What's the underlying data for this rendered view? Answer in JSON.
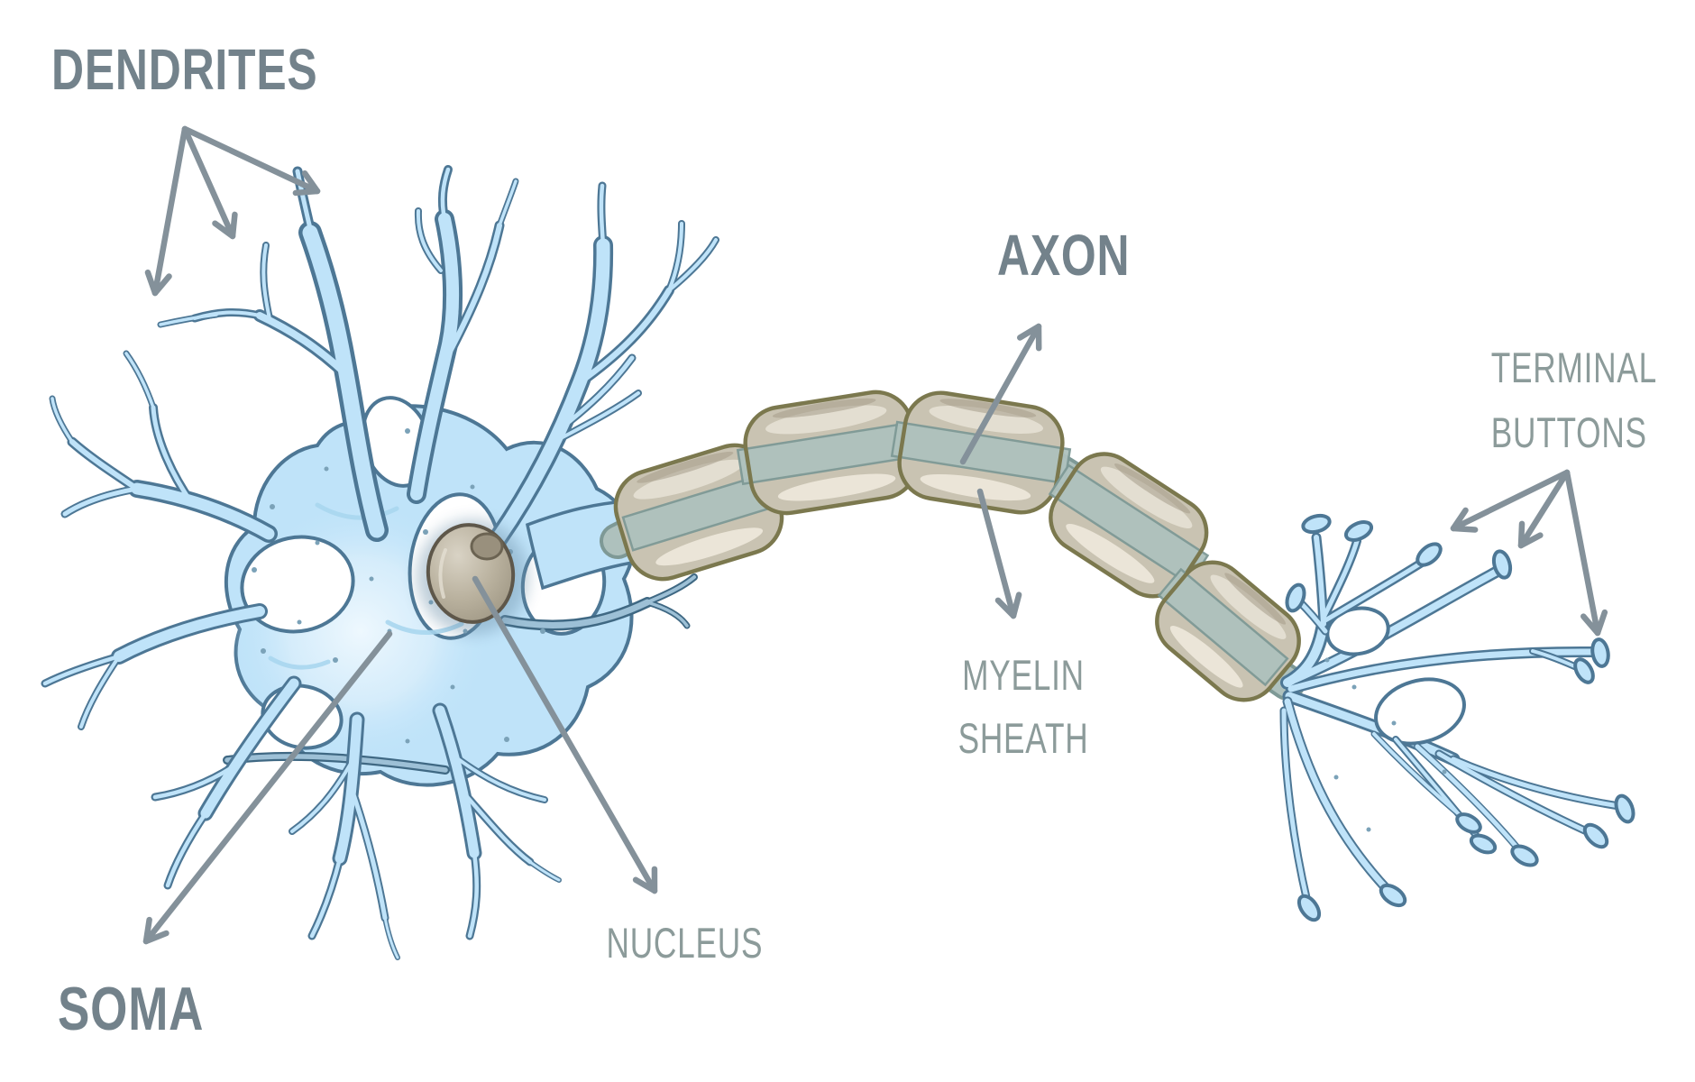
{
  "diagram": {
    "title": "Neuron anatomy diagram",
    "labels": {
      "dendrites": "DENDRITES",
      "soma": "SOMA",
      "axon": "AXON",
      "nucleus": "NUCLEUS",
      "myelin_line1": "MYELIN",
      "myelin_line2": "SHEATH",
      "terminal_line1": "TERMINAL",
      "terminal_line2": "BUTTONS"
    },
    "colors": {
      "background": "#ffffff",
      "label_bold": "#73828b",
      "label_light": "#8c9b9a",
      "arrow": "#84919a",
      "cell_fill": "#bfe3f9",
      "cell_outline": "#4d7795",
      "cell_shadow_branch": "#9dc0d6",
      "myelin_fill": "#c9c3b2",
      "myelin_outline": "#7b784e",
      "axon_core": "#aec1bd",
      "axon_core_outline": "#7e9996",
      "nucleus_fill": "#b3ab98",
      "nucleus_outline": "#5e574a"
    }
  }
}
